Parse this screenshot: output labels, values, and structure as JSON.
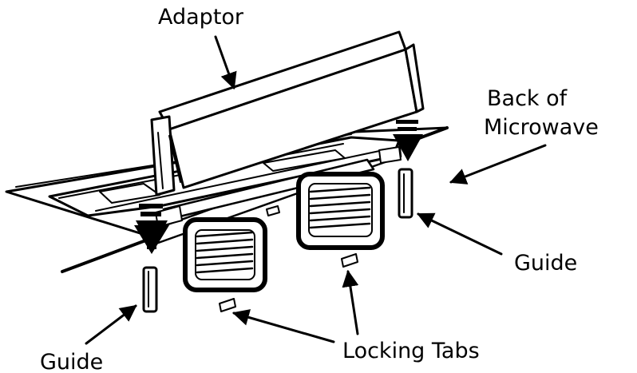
{
  "labels": {
    "adaptor": "Adaptor",
    "back_line1": "Back of",
    "back_line2": "Microwave",
    "guide_right": "Guide",
    "guide_left": "Guide",
    "locking_tabs": "Locking Tabs"
  },
  "colors": {
    "ink": "#000000",
    "paper": "#ffffff"
  }
}
